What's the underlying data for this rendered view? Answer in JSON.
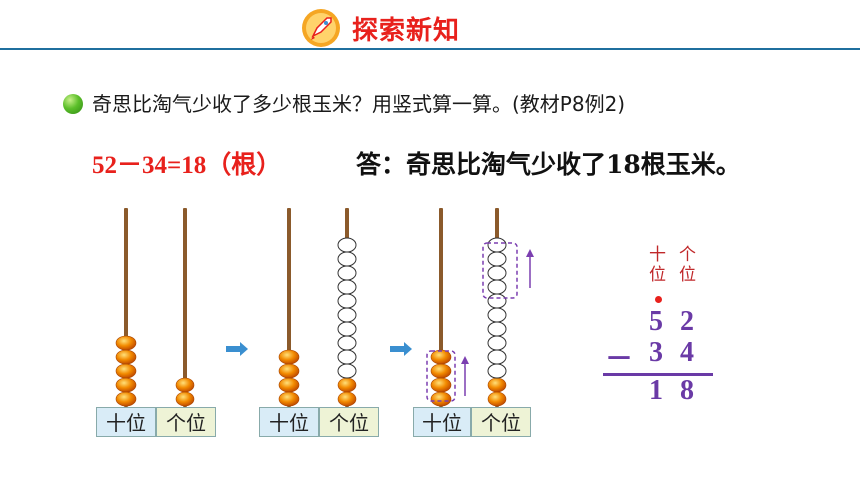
{
  "header": {
    "title": "探索新知",
    "icon": "rocket-icon"
  },
  "question": "奇思比淘气少收了多少根玉米？用竖式算一算。(教材P8例2)",
  "equation": "52－34=18（根）",
  "answer": "答：奇思比淘气少收了18根玉米。",
  "abaci": [
    {
      "tens_label": "十位",
      "ones_label": "个位",
      "tens_beads": 5,
      "ones_beads": 2
    },
    {
      "tens_label": "十位",
      "ones_label": "个位",
      "tens_beads": 4,
      "ones_beads": 12
    },
    {
      "tens_label": "十位",
      "ones_label": "个位",
      "tens_beads": 4,
      "ones_beads": 12,
      "removed_tens": 3,
      "removed_ones": 4
    }
  ],
  "vertical": {
    "tens_header": "十位",
    "ones_header": "个位",
    "row1": [
      "5",
      "2"
    ],
    "operator": "－",
    "row2": [
      "3",
      "4"
    ],
    "result": [
      "1",
      "8"
    ]
  },
  "colors": {
    "accent": "#e8211c",
    "purple": "#6a3aa6",
    "bead": "#f08a00",
    "rod": "#8b5a2b",
    "arrow": "#3a8fd0"
  }
}
